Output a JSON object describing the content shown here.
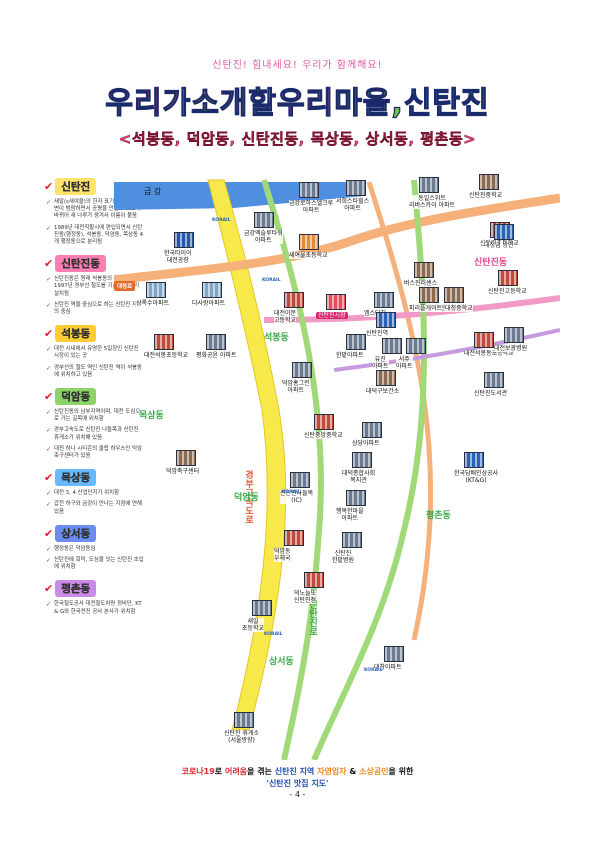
{
  "header": {
    "tagline": "신탄진! 힘내세요! 우리가 함께해요!",
    "title_parts": [
      {
        "text": "우리",
        "color": "#e23b3b"
      },
      {
        "text": "가 ",
        "color": "#f6a21a"
      },
      {
        "text": "소개",
        "color": "#f6d11a"
      },
      {
        "text": "할 ",
        "color": "#f6a21a"
      },
      {
        "text": "우리 ",
        "color": "#f05a9b"
      },
      {
        "text": "마을, ",
        "color": "#6bc24a"
      },
      {
        "text": "신탄진",
        "color": "#2f7fd6"
      }
    ],
    "subtitle": "<석봉동, 덕암동, 신탄진동, 목상동, 상서동, 평촌동>"
  },
  "legend": [
    {
      "title": "신탄진",
      "bg": "#ffe36b",
      "notes": [
        "새말(s새여울)의 한자 표기로, 홍수로 강변이 범람하면서 공평을 만들고 도로가 바뀌어 새 나루가 생겨서 이름이 붙음",
        "1989년 대전직할시에 편입되면서 신탄진동(행정동), 석봉동, 덕암동, 목상동 4개 행정동으로 분리됨"
      ]
    },
    {
      "title": "신탄진동",
      "bg": "#ff7eb3",
      "notes": [
        "신탄진동은 원래 석봉동의 일부였으나, 1997년 경부선 철도를 기준으로 분리 설치됨",
        "신탄진 역을 중심으로 하는 신탄진 지역의 중심"
      ]
    },
    {
      "title": "석봉동",
      "bg": "#ffcc33",
      "notes": [
        "대전 시내에서 유명한 5일장인 신탄진 시장이 있는 곳",
        "경부선의 철도 역인 신탄진 역이 석봉동에 위치하고 있음"
      ]
    },
    {
      "title": "덕암동",
      "bg": "#8ed36a",
      "notes": [
        "신탄진동의 남부지역이며, 대전 도심으로 가는 길목에 위치함",
        "경부고속도로 신탄진 나들목과 신탄진 휴게소가 위치해 있음",
        "대전 하나 시티즌의 클럽 하우스인 덕암 축구센터가 있음"
      ]
    },
    {
      "title": "목상동",
      "bg": "#66b8ff",
      "notes": [
        "대전 3, 4 산업단지가 위치함",
        "갑천 하구와 금강이 만나는 지점에 연해 있음"
      ]
    },
    {
      "title": "상서동",
      "bg": "#6c8cf0",
      "notes": [
        "행정동은 덕암동임",
        "신탄진에 회덕, 도심을 잇는 신탄진 초입에 위치함"
      ]
    },
    {
      "title": "평촌동",
      "bg": "#c98ae8",
      "notes": [
        "한국철도공사 대전철도차량 정비단, KT & G와 한국전진 공사 본사가 위치함"
      ]
    }
  ],
  "map": {
    "river": "금 강",
    "roads": {
      "highway": "경부고속도로",
      "avenue": "대청로",
      "local": "신탄진로",
      "right_road": "신탄진동"
    },
    "district_labels": [
      "석봉동",
      "목상동",
      "덕암동",
      "평촌동",
      "상서동"
    ],
    "bus_stop": "KORAIL",
    "places": [
      {
        "id": "tire",
        "name": "한국타이어\n대전공장"
      },
      {
        "id": "geumgang-apt",
        "name": "금강엑슬루타워\n아파트"
      },
      {
        "id": "geumgang-school",
        "name": "금강로하스엘크루\n아파트"
      },
      {
        "id": "seohwa",
        "name": "서희스타힐스\n아파트"
      },
      {
        "id": "seyeoul",
        "name": "새여울초등학교"
      },
      {
        "id": "dongil",
        "name": "동일스위트\n리버스카이 아파트"
      },
      {
        "id": "sintan-middle",
        "name": "신탄진중학교"
      },
      {
        "id": "sintan-elem",
        "name": "신탄진초등학교"
      },
      {
        "id": "daecheong-bridge",
        "name": "대청댐 방면"
      },
      {
        "id": "sangrok",
        "name": "상록수아파트"
      },
      {
        "id": "dasarang",
        "name": "다사랑아파트"
      },
      {
        "id": "sintanjin-highschool",
        "name": "대전이문\n고등학교"
      },
      {
        "id": "sintanjin-market",
        "name": "신탄진시장"
      },
      {
        "id": "bussum",
        "name": "엠스터치"
      },
      {
        "id": "bus-terminal",
        "name": "버스진러센스"
      },
      {
        "id": "sintan-high",
        "name": "신탄진고등학교"
      },
      {
        "id": "daecheong-middle",
        "name": "대전대청중학교"
      },
      {
        "id": "pyeonghwa",
        "name": "피리플게이트"
      },
      {
        "id": "sintanjin-station",
        "name": "신탄진역"
      },
      {
        "id": "hanmaeul",
        "name": "한밭아파트"
      },
      {
        "id": "seokbong-elem",
        "name": "대전석봉초등학교"
      },
      {
        "id": "seokbong-apt",
        "name": "대전석봉동초등학교"
      },
      {
        "id": "pyeonghwa-apt",
        "name": "평화공윤 아파트"
      },
      {
        "id": "deokam-green",
        "name": "덕암홍그린\n아파트"
      },
      {
        "id": "yujin",
        "name": "유진\n아파트"
      },
      {
        "id": "seoju",
        "name": "서주\n아파트"
      },
      {
        "id": "daedeok-office",
        "name": "대덕구보건소"
      },
      {
        "id": "sintan-library",
        "name": "신탄진도서관"
      },
      {
        "id": "sintan-park",
        "name": "대전보광병원"
      },
      {
        "id": "sintanjin-middle2",
        "name": "신탄중앙중학교"
      },
      {
        "id": "sangdae",
        "name": "상당아파트"
      },
      {
        "id": "deokam-soccer",
        "name": "덕암축구센터"
      },
      {
        "id": "ktg",
        "name": "한국담배인삼공사\n(KT&G)"
      },
      {
        "id": "daedeok-welfare",
        "name": "대덕종합사회\n복지관"
      },
      {
        "id": "sintan-ic",
        "name": "신탄진나들목\n(IC)"
      },
      {
        "id": "haengbok",
        "name": "행복한마을\n아파트"
      },
      {
        "id": "deokam-post",
        "name": "덕암동\n우체국"
      },
      {
        "id": "sintan-hanmaeul",
        "name": "신탄진\n한밭병원"
      },
      {
        "id": "sintan-gym",
        "name": "덕노늘또\n신탄진점"
      },
      {
        "id": "saeil",
        "name": "새일\n초등학교"
      },
      {
        "id": "daechang",
        "name": "대창아파트"
      },
      {
        "id": "rest-area",
        "name": "신탄진 휴게소\n(서울방향)"
      }
    ]
  },
  "footer": {
    "line1_parts": [
      {
        "text": "코로나19",
        "cls": "red"
      },
      {
        "text": "로 ",
        "cls": ""
      },
      {
        "text": "어려움",
        "cls": "red"
      },
      {
        "text": "을 겪는 ",
        "cls": ""
      },
      {
        "text": "신탄진 지역 ",
        "cls": "blue"
      },
      {
        "text": "자영업자",
        "cls": "orange"
      },
      {
        "text": " & ",
        "cls": ""
      },
      {
        "text": "소상공인",
        "cls": "orange"
      },
      {
        "text": "을 위한",
        "cls": ""
      }
    ],
    "line2": "'신탄진 맛집 지도'",
    "page_number": "- 4 -"
  }
}
